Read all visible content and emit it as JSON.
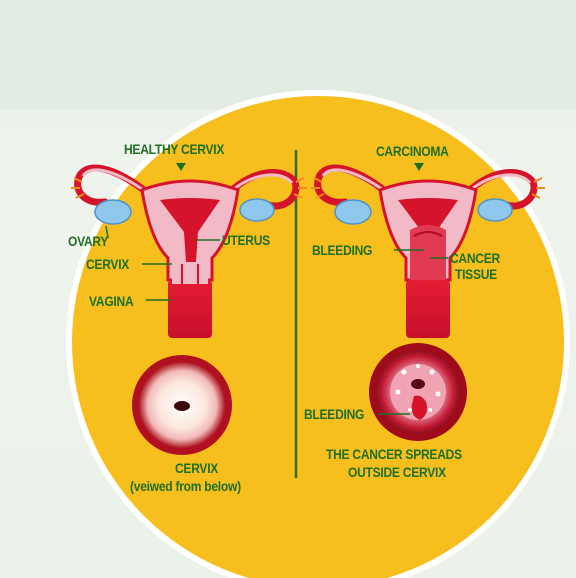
{
  "colors": {
    "background": "#e9f1e8",
    "circle_fill": "#f6bf1d",
    "circle_border": "#ffffff",
    "label_text": "#1f6f25",
    "uterus_pink": "#f2b9c6",
    "uterus_red": "#d5142c",
    "ovary_blue": "#8fc8ec",
    "divider": "#2e6b27"
  },
  "left": {
    "healthy_cervix": "HEALTHY CERVIX",
    "ovary": "OVARY",
    "uterus": "UTERUS",
    "cervix": "CERVIX",
    "vagina": "VAGINA",
    "caption_line1": "CERVIX",
    "caption_line2": "(veiwed from below)"
  },
  "right": {
    "carcinoma": "CARCINOMA",
    "bleeding": "BLEEDING",
    "cancer_line1": "CANCER",
    "cancer_line2": "TISSUE",
    "bleeding_bottom": "BLEEDING",
    "caption_line1": "THE CANCER SPREADS",
    "caption_line2": "OUTSIDE CERVIX"
  }
}
